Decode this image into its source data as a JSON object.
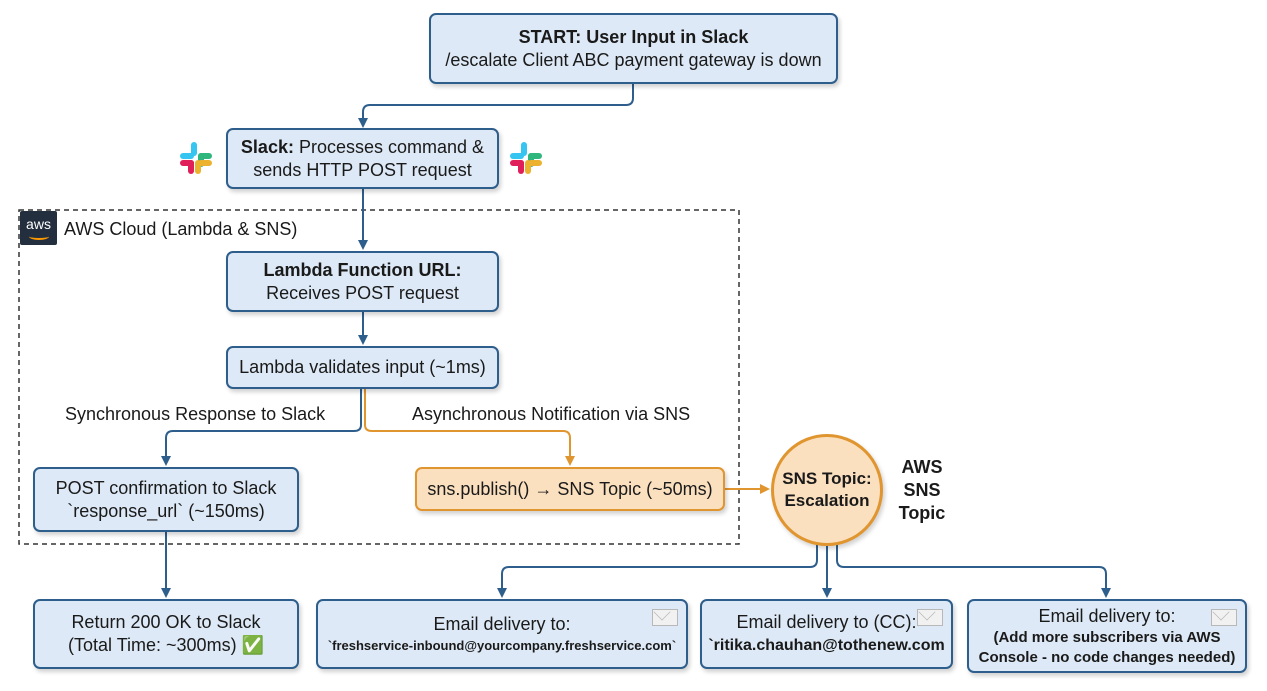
{
  "start": {
    "title": "START: User Input in Slack",
    "command": "/escalate Client ABC payment gateway is down"
  },
  "slack": {
    "title": "Slack:",
    "text_line1": "Processes command &",
    "text_line2": "sends HTTP POST request"
  },
  "aws_cloud": {
    "badge": "aws",
    "label": "AWS Cloud (Lambda & SNS)"
  },
  "lambda_url": {
    "title": "Lambda Function URL:",
    "text": "Receives POST request"
  },
  "validate": {
    "text": "Lambda validates input (~1ms)"
  },
  "branches": {
    "sync_label": "Synchronous Response to Slack",
    "async_label": "Asynchronous Notification via SNS"
  },
  "post_confirm": {
    "line1": "POST confirmation to Slack",
    "line2": "`response_url` (~150ms)"
  },
  "sns_publish": {
    "text": "sns.publish() → SNS Topic (~50ms)"
  },
  "sns_topic": {
    "line1": "SNS Topic:",
    "line2": "Escalation",
    "side_label_1": "AWS",
    "side_label_2": "SNS",
    "side_label_3": "Topic"
  },
  "return_ok": {
    "line1": "Return 200 OK to Slack",
    "line2": "(Total Time: ~300ms) ✅"
  },
  "email_1": {
    "title": "Email delivery to:",
    "address": "`freshservice-inbound@yourcompany.freshservice.com`"
  },
  "email_2": {
    "title": "Email delivery to (CC):",
    "address": "`ritika.chauhan@tothenew.com"
  },
  "email_3": {
    "title": "Email delivery to:",
    "line2": "(Add more subscribers via AWS",
    "line3": "Console - no code changes needed)"
  },
  "colors": {
    "blue_fill": "#dde9f6",
    "blue_border": "#2e5e8c",
    "orange_fill": "#fbe0c0",
    "orange_border": "#e0952f",
    "aws_dark": "#232f3e",
    "aws_orange": "#ff9900"
  }
}
